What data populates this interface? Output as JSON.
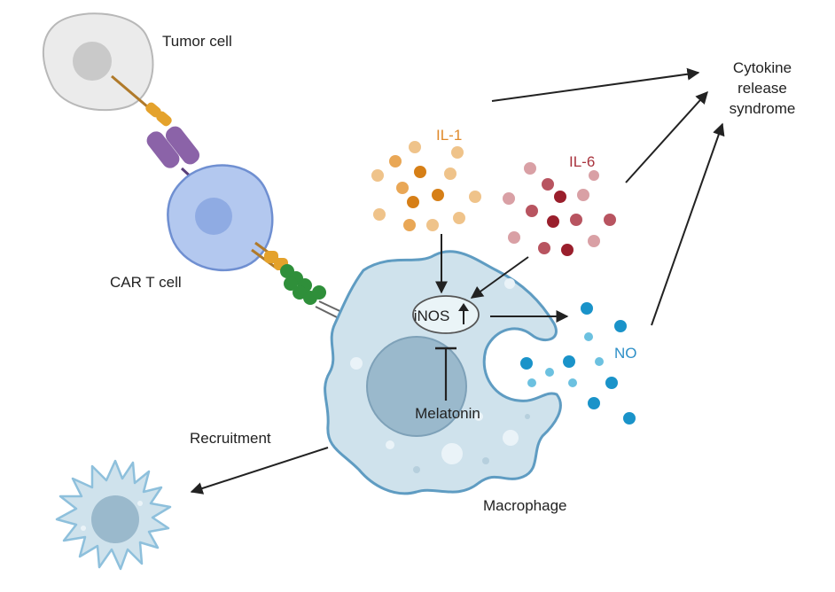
{
  "labels": {
    "tumor_cell": "Tumor cell",
    "car_t_cell": "CAR T cell",
    "il1": "IL-1",
    "il6": "IL-6",
    "cytokine_line1": "Cytokine",
    "cytokine_line2": "release",
    "cytokine_line3": "syndrome",
    "inos": "iNOS",
    "no": "NO",
    "melatonin": "Melatonin",
    "recruitment": "Recruitment",
    "macrophage": "Macrophage"
  },
  "colors": {
    "il1": "#e0892a",
    "il6": "#a8323c",
    "no": "#2d8fc7",
    "text": "#222222",
    "arrow": "#222222"
  }
}
